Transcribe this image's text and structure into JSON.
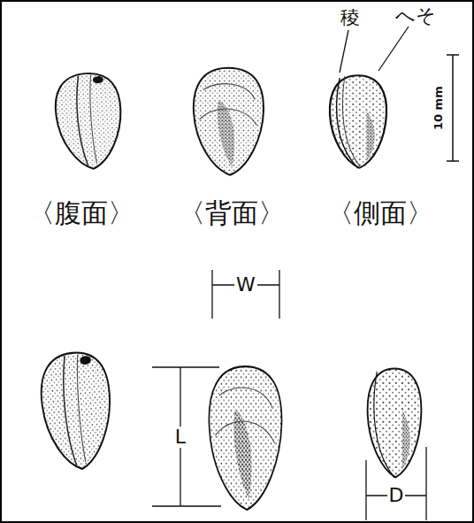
{
  "diagram": {
    "labels": [
      "稜",
      "へそ",
      "10 mm",
      "〈腹面〉",
      "〈背面〉",
      "〈側面〉",
      "W",
      "L",
      "D"
    ]
  }
}
